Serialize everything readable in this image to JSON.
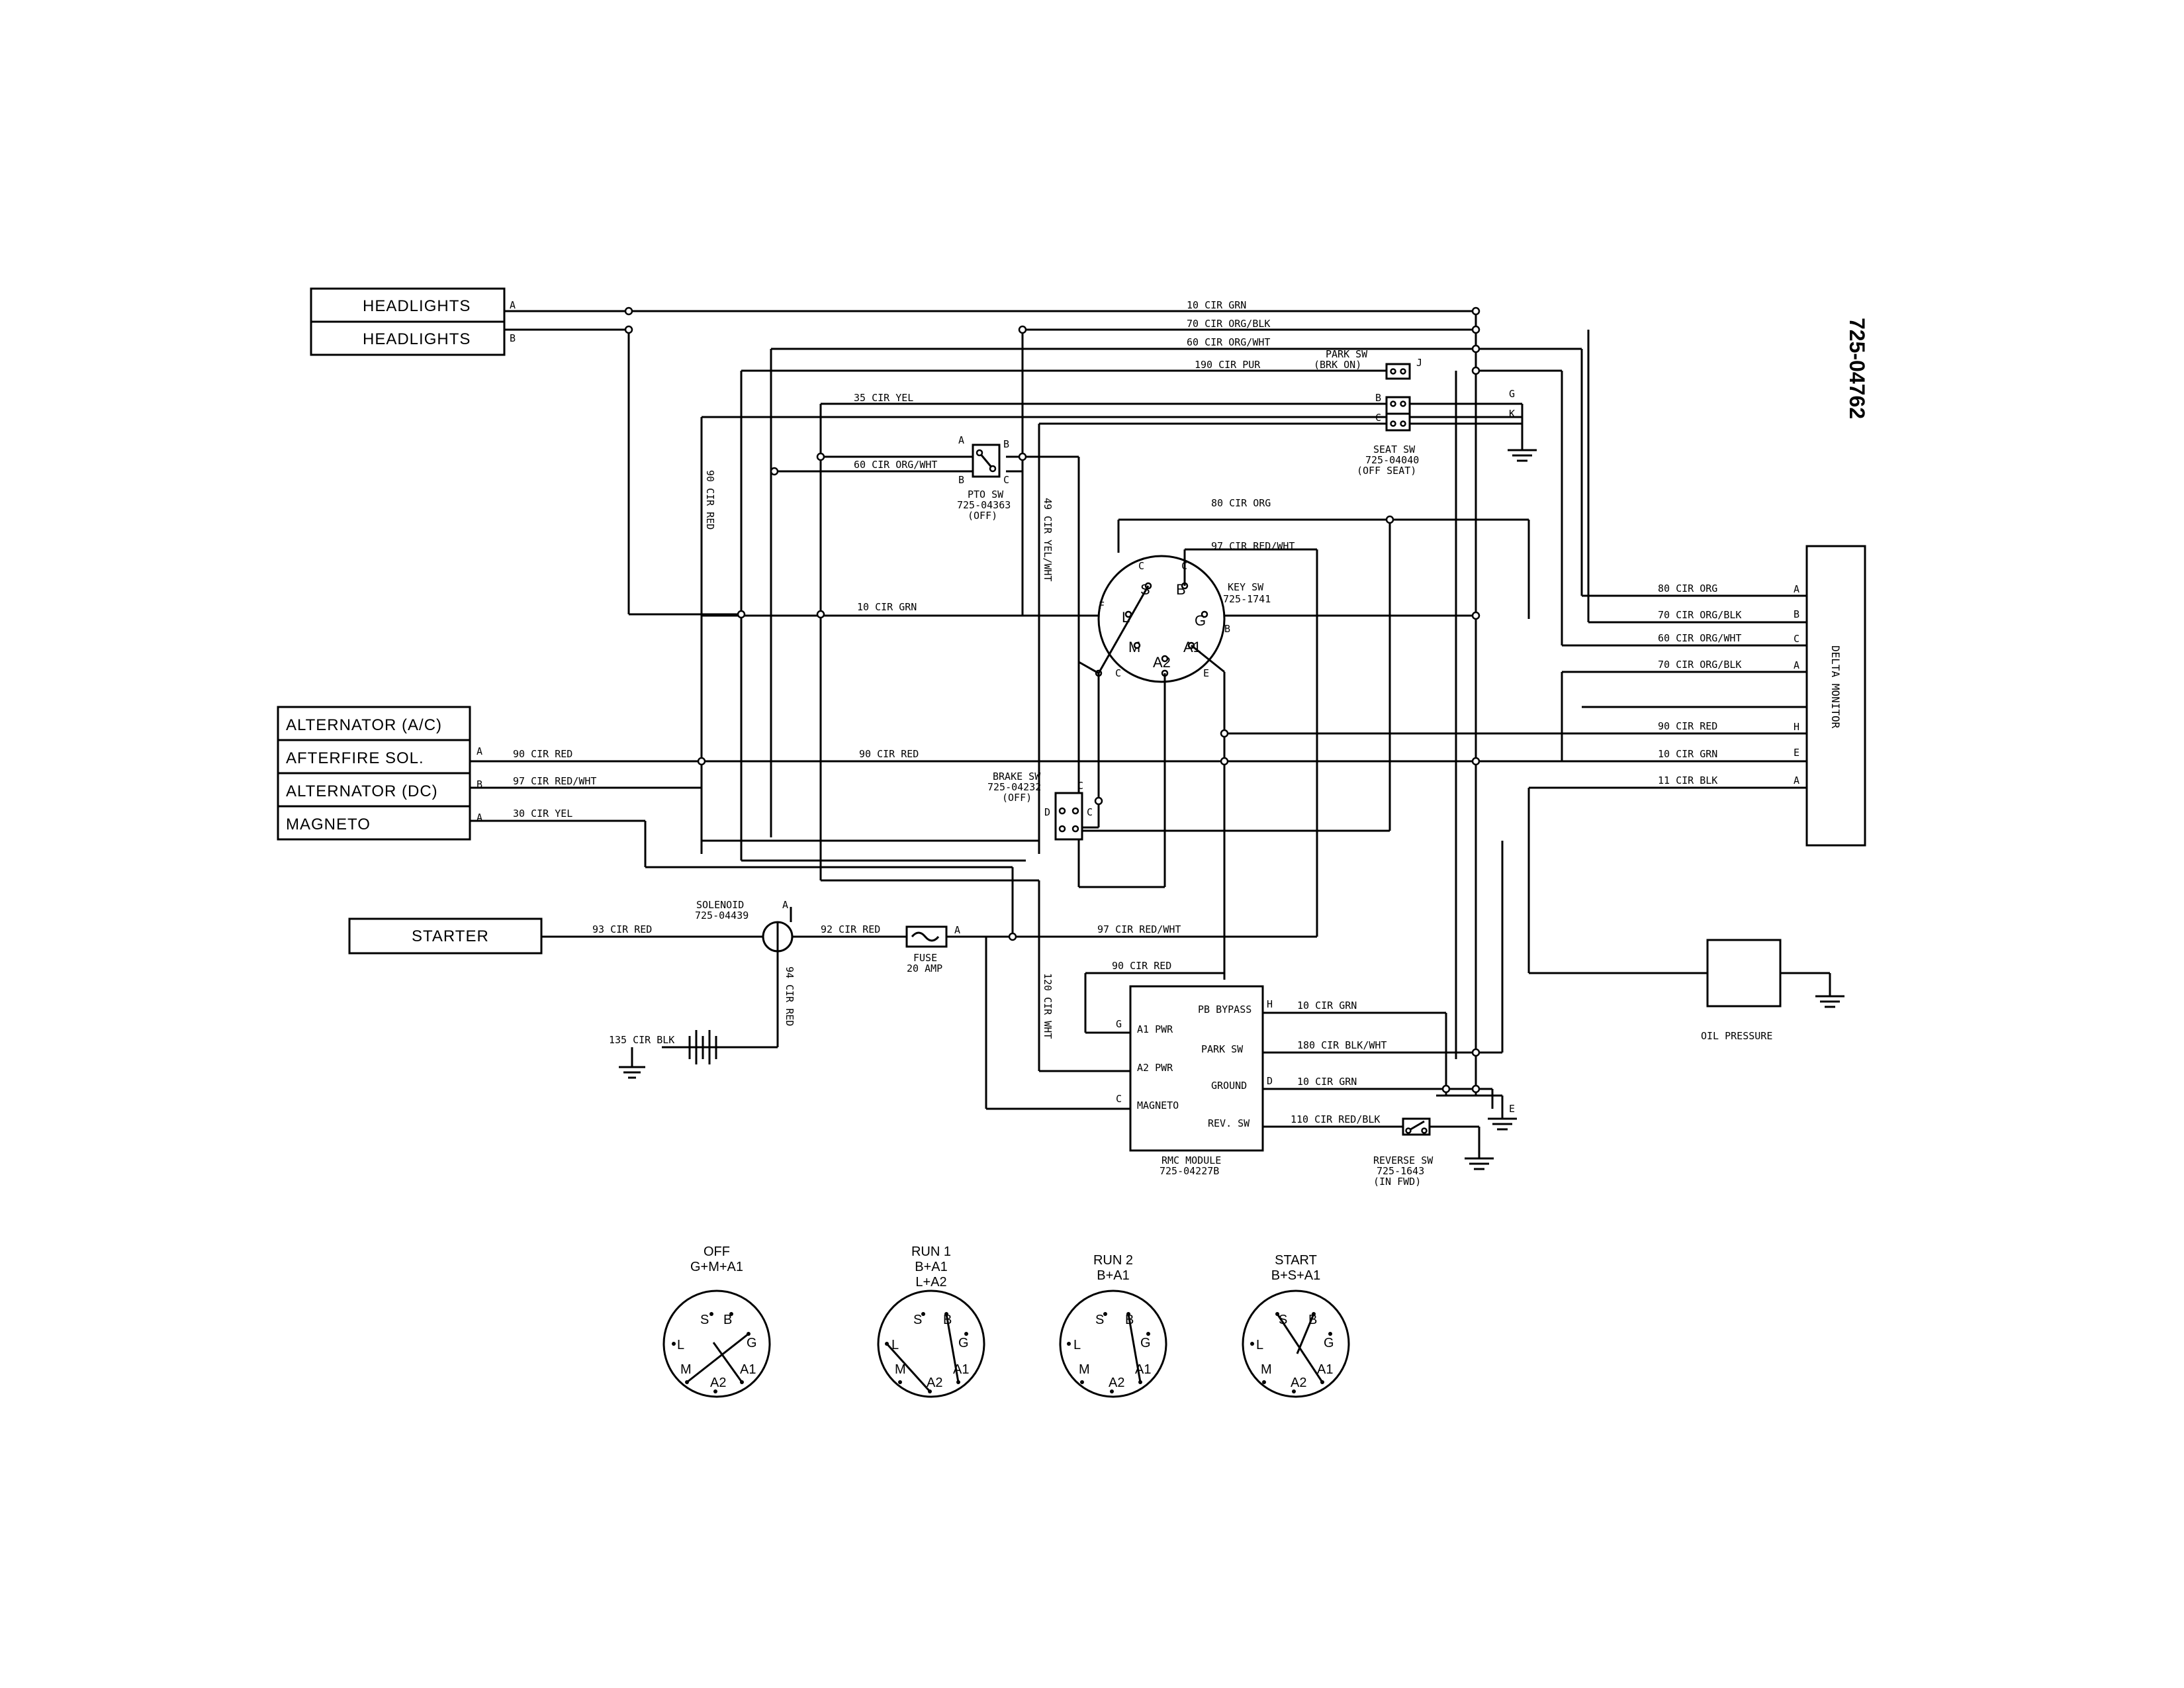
{
  "part_number": "725-04762",
  "components": {
    "headlights_a": "HEADLIGHTS",
    "headlights_b": "HEADLIGHTS",
    "alternator_ac": "ALTERNATOR (A/C)",
    "afterfire_sol": "AFTERFIRE SOL.",
    "alternator_dc": "ALTERNATOR (DC)",
    "magneto": "MAGNETO",
    "starter": "STARTER",
    "solenoid": "SOLENOID",
    "solenoid_pn": "725-04439",
    "fuse": "FUSE",
    "fuse_rating": "20 AMP",
    "pto_sw": "PTO SW",
    "pto_sw_pn": "725-04363",
    "pto_sw_state": "(OFF)",
    "park_sw": "PARK SW",
    "park_sw_state": "(BRK ON)",
    "seat_sw": "SEAT SW",
    "seat_sw_pn": "725-04040",
    "seat_sw_state": "(OFF SEAT)",
    "key_sw": "KEY SW",
    "key_sw_pn": "725-1741",
    "brake_sw": "BRAKE SW",
    "brake_sw_pn": "725-04232",
    "brake_sw_state": "(OFF)",
    "rmc_module": "RMC MODULE",
    "rmc_module_pn": "725-04227B",
    "delta_monitor": "DELTA MONITOR",
    "oil_pressure": "OIL PRESSURE",
    "reverse_sw": "REVERSE SW",
    "reverse_sw_pn": "725-1643",
    "reverse_sw_state": "(IN FWD)"
  },
  "rmc_pins": {
    "a1_pwr": "A1 PWR",
    "a2_pwr": "A2 PWR",
    "magneto": "MAGNETO",
    "pb_bypass": "PB BYPASS",
    "park_sw": "PARK SW",
    "ground": "GROUND",
    "rev_sw": "REV. SW"
  },
  "wires": {
    "w10_grn_top": "10 CIR GRN",
    "w70_org_blk": "70 CIR ORG/BLK",
    "w60_org_wht": "60 CIR ORG/WHT",
    "w190_pur": "190 CIR PUR",
    "w35_yel": "35 CIR YEL",
    "w60_pto": "60 CIR ORG/WHT",
    "w90_red_v": "90 CIR RED",
    "w49_yel_wht": "49 CIR YEL/WHT",
    "w80_org": "80 CIR ORG",
    "w97_red_wht_key": "97 CIR RED/WHT",
    "w10_grn_mid": "10 CIR GRN",
    "w90_red_mid": "90 CIR RED",
    "w90_red_alt": "90 CIR RED",
    "w97_red_wht_alt": "97 CIR RED/WHT",
    "w30_yel": "30 CIR YEL",
    "w93_red": "93 CIR RED",
    "w92_red": "92 CIR RED",
    "w97_red_wht_fuse": "97 CIR RED/WHT",
    "w94_red": "94 CIR RED",
    "w135_blk": "135 CIR BLK",
    "w90_red_rmc": "90 CIR RED",
    "w120_wht": "120 CIR WHT",
    "w10_grn_pb": "10 CIR GRN",
    "w180_blk_wht": "180 CIR BLK/WHT",
    "w10_grn_gnd": "10 CIR GRN",
    "w110_red_blk": "110 CIR RED/BLK",
    "dm_80_org": "80 CIR ORG",
    "dm_70_org_blk": "70 CIR ORG/BLK",
    "dm_60_org_wht": "60 CIR ORG/WHT",
    "dm_70_org_blk_2": "70 CIR ORG/BLK",
    "dm_90_red": "90 CIR RED",
    "dm_10_grn": "10 CIR GRN",
    "dm_11_blk": "11 CIR BLK"
  },
  "pin_letters": {
    "a": "A",
    "b": "B",
    "c": "C",
    "d": "D",
    "e": "E",
    "f": "F",
    "g": "G",
    "h": "H",
    "j": "J",
    "k": "K"
  },
  "key_terminals": {
    "s": "S",
    "b": "B",
    "l": "L",
    "g": "G",
    "m": "M",
    "a2": "A2",
    "a1": "A1"
  },
  "key_positions": [
    {
      "name": "OFF",
      "combo": [
        "G+M+A1"
      ]
    },
    {
      "name": "RUN 1",
      "combo": [
        "B+A1",
        "L+A2"
      ]
    },
    {
      "name": "RUN 2",
      "combo": [
        "B+A1"
      ]
    },
    {
      "name": "START",
      "combo": [
        "B+S+A1"
      ]
    }
  ]
}
